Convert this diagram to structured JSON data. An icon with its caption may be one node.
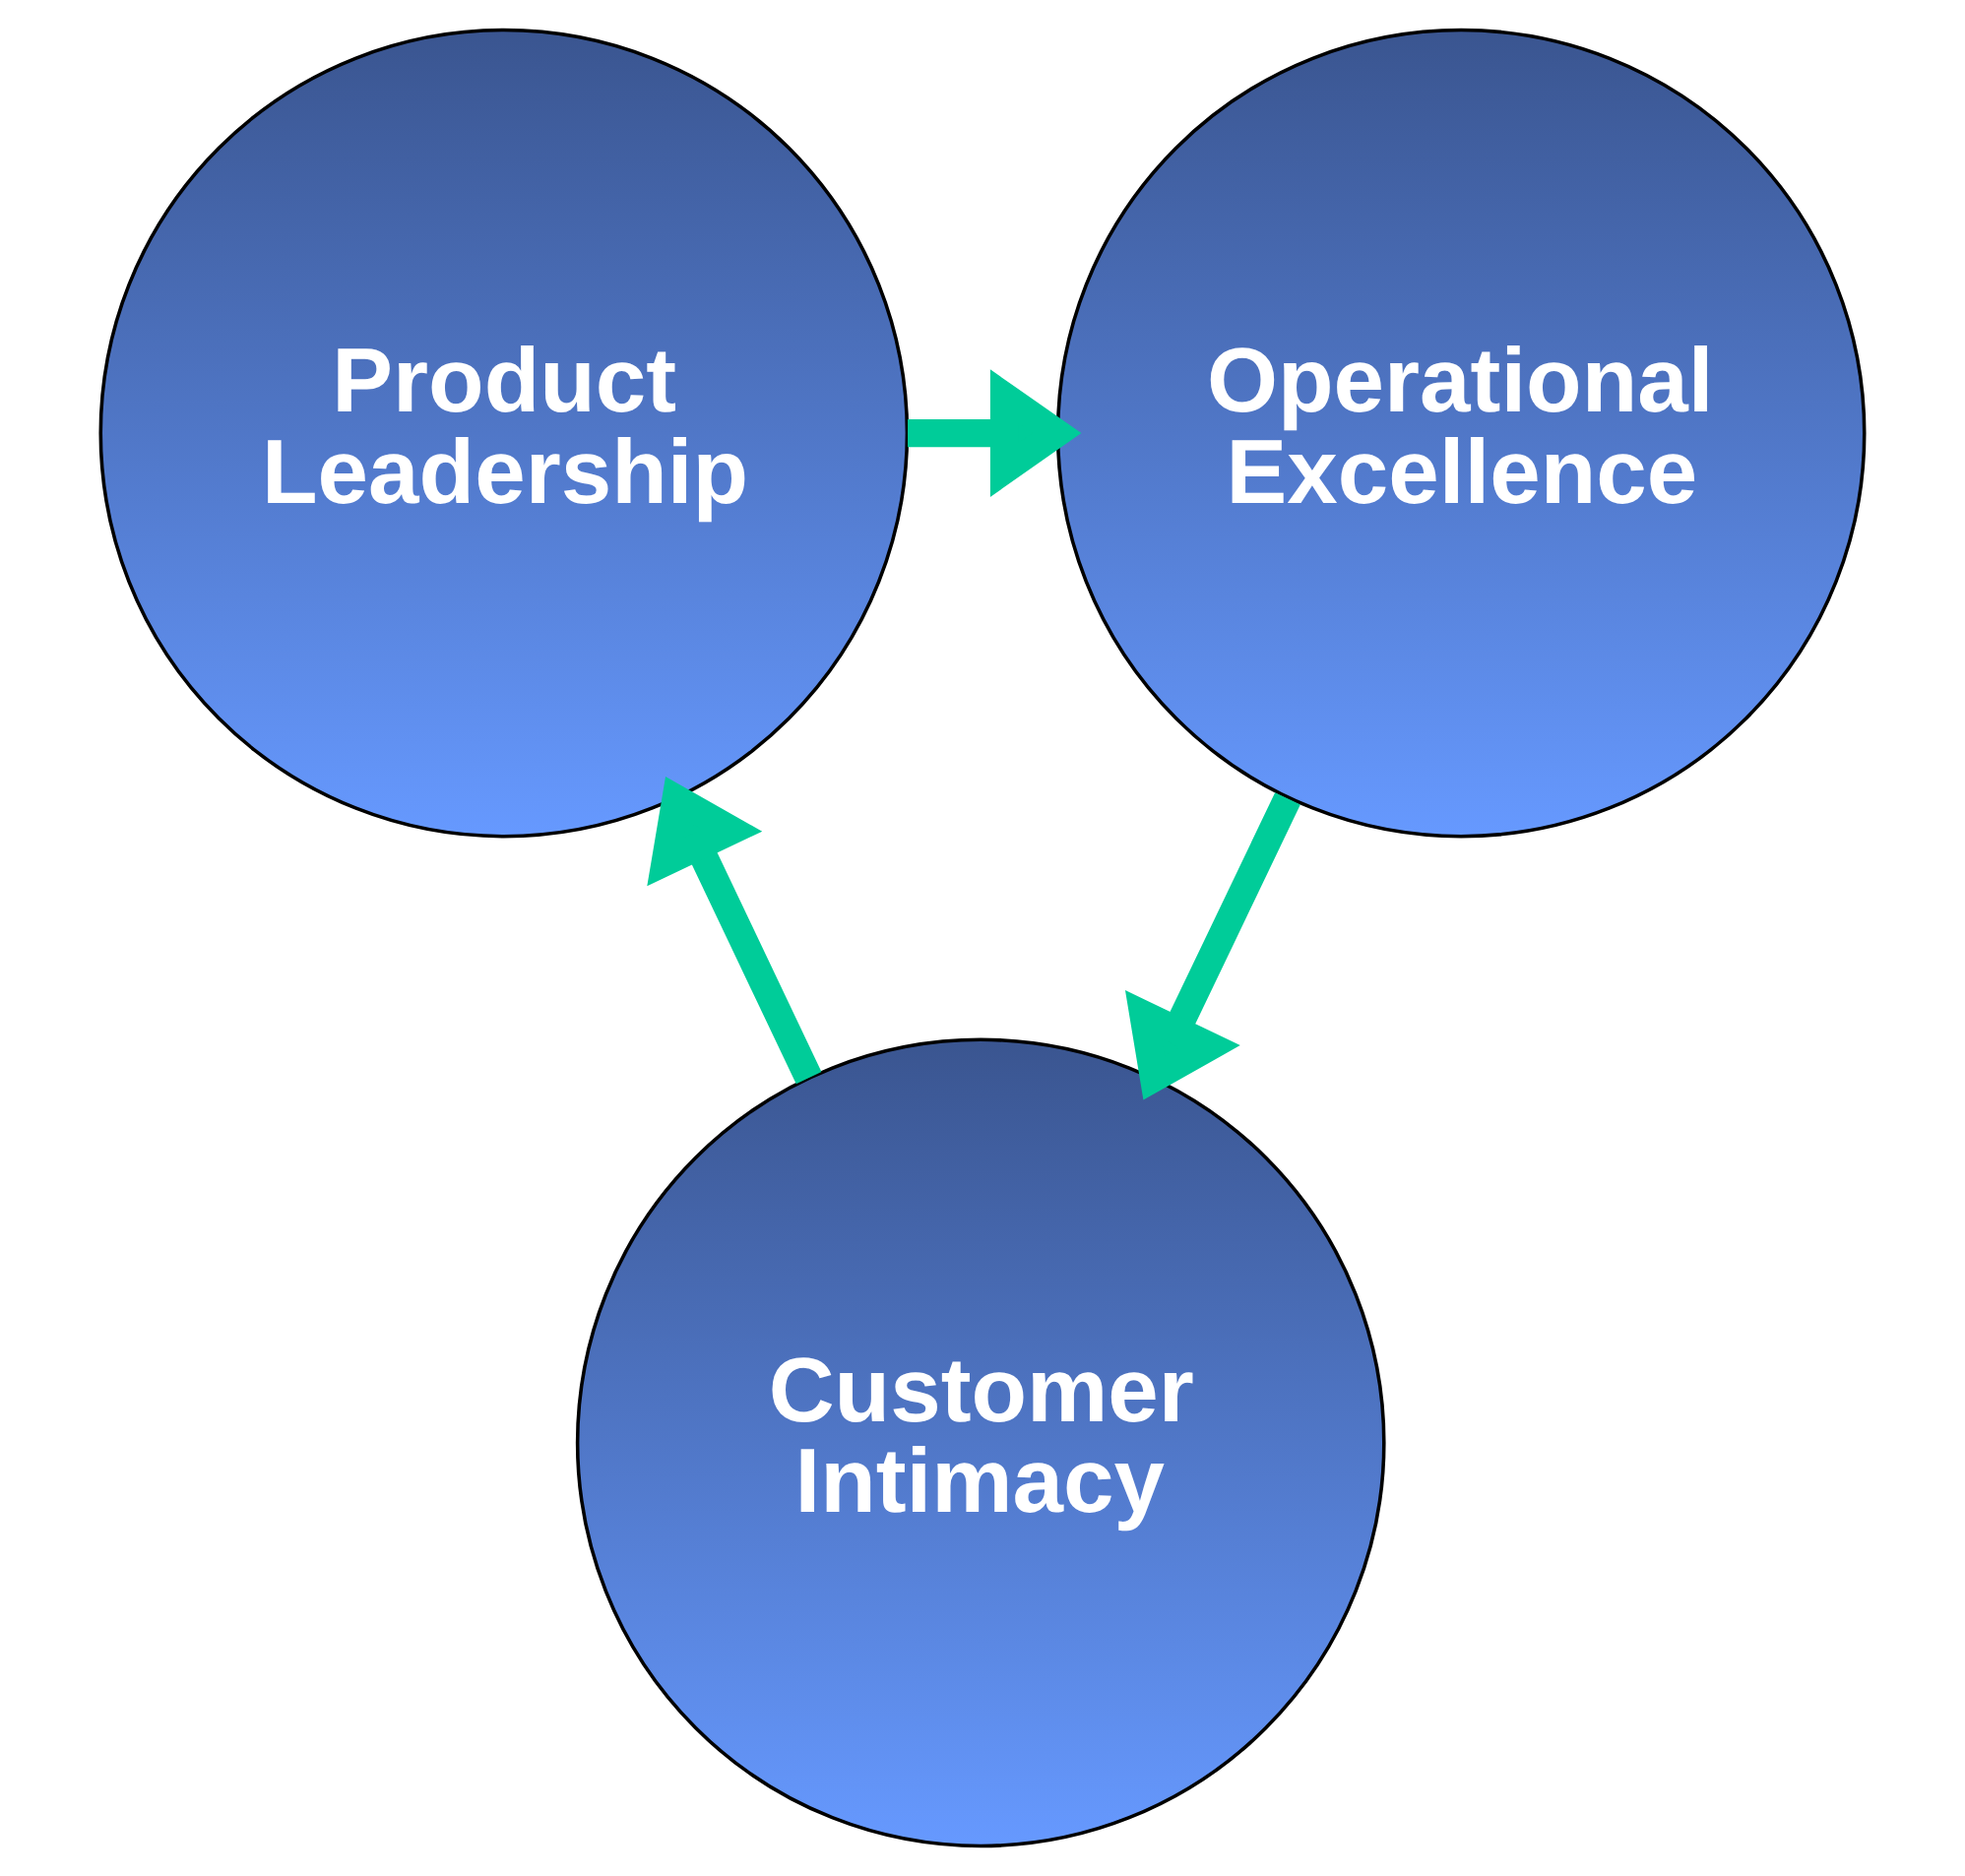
{
  "diagram": {
    "nodes": [
      {
        "text": [
          "Product Leadership"
        ]
      },
      {
        "text": [
          "Operational Excellence"
        ]
      },
      {
        "text": [
          "Customer Intimacy"
        ]
      }
    ],
    "edges": [
      {
        "from": 0,
        "to": 1,
        "arrow": "to"
      },
      {
        "from": 1,
        "to": 2,
        "arrow": "to"
      },
      {
        "from": 2,
        "to": 0,
        "arrow": "to"
      }
    ]
  }
}
